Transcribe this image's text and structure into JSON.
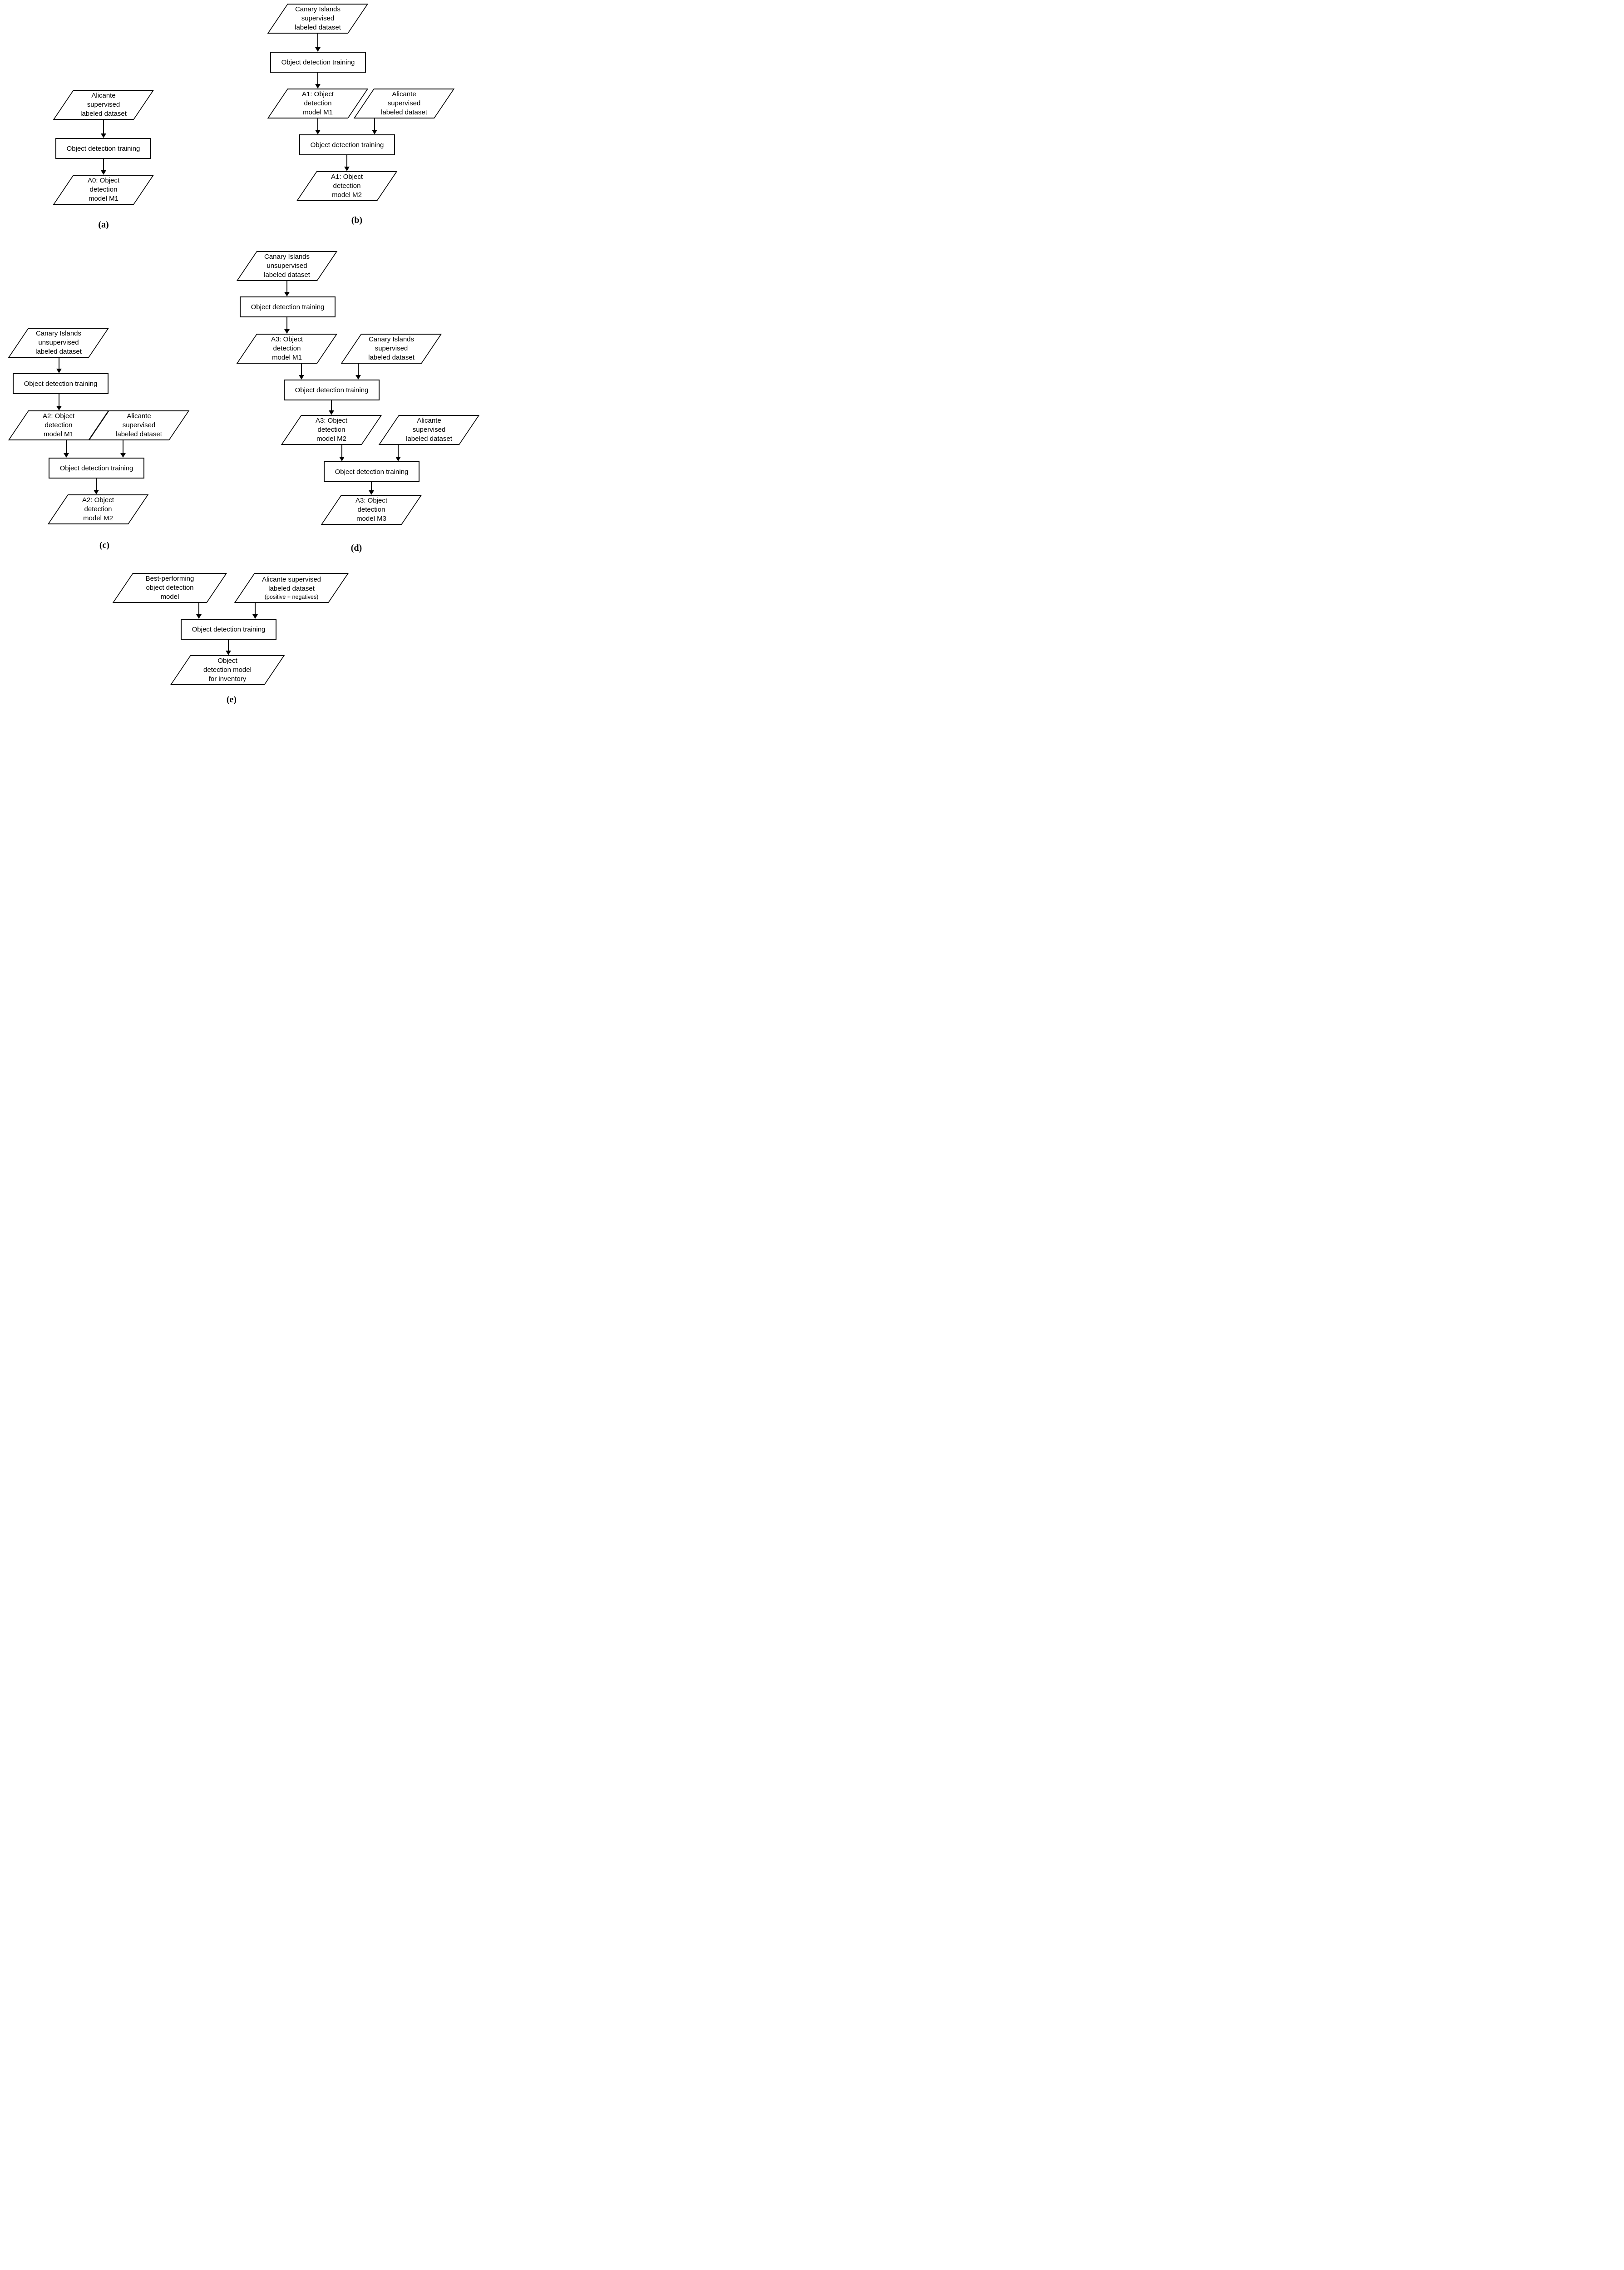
{
  "figure": {
    "description": "Flowchart of object detection training strategies",
    "colors": {
      "stroke": "#000000",
      "background": "#ffffff"
    },
    "diagrams": {
      "a": {
        "label": "(a)",
        "dataset1": "Alicante\nsupervised\nlabeled dataset",
        "training1": "Object detection training",
        "model1": "A0: Object\ndetection\nmodel M1"
      },
      "b": {
        "label": "(b)",
        "dataset1": "Canary Islands\nsupervised\nlabeled dataset",
        "training1": "Object detection training",
        "model1": "A1: Object\ndetection\nmodel M1",
        "dataset2": "Alicante\nsupervised\nlabeled dataset",
        "training2": "Object detection training",
        "model2": "A1: Object\ndetection\nmodel M2"
      },
      "c": {
        "label": "(c)",
        "dataset1": "Canary Islands\nunsupervised\nlabeled dataset",
        "training1": "Object detection training",
        "model1": "A2: Object\ndetection\nmodel M1",
        "dataset2": "Alicante\nsupervised\nlabeled dataset",
        "training2": "Object detection training",
        "model2": "A2: Object\ndetection\nmodel M2"
      },
      "d": {
        "label": "(d)",
        "dataset1": "Canary Islands\nunsupervised\nlabeled dataset",
        "training1": "Object detection training",
        "model1": "A3: Object\ndetection\nmodel M1",
        "dataset2": "Canary Islands\nsupervised\nlabeled dataset",
        "training2": "Object detection training",
        "model2": "A3: Object\ndetection\nmodel M2",
        "dataset3": "Alicante\nsupervised\nlabeled dataset",
        "training3": "Object detection training",
        "model3": "A3: Object\ndetection\nmodel M3"
      },
      "e": {
        "label": "(e)",
        "input_model": "Best-performing\nobject detection\nmodel",
        "dataset_main": "Alicante supervised\nlabeled dataset",
        "dataset_note": "(positive + negatives)",
        "training": "Object detection training",
        "output_model": "Object\ndetection model\nfor inventory"
      }
    }
  }
}
